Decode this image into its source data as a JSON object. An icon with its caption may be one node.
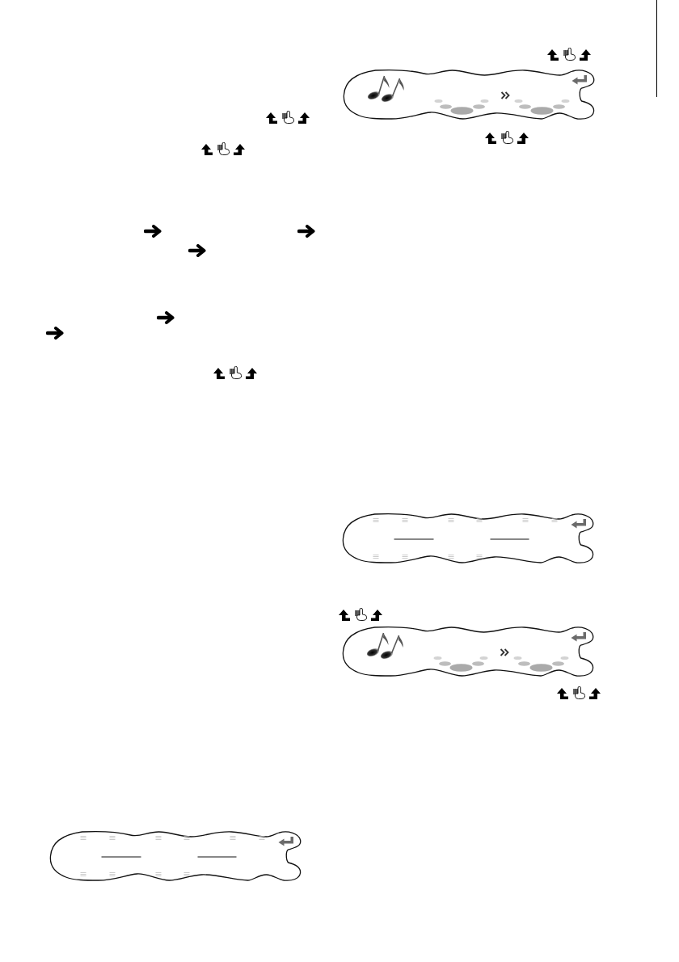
{
  "diagram": {
    "nodes": [
      {
        "text": [],
        "shape": "picture"
      },
      {
        "text": [],
        "shape": "picture"
      },
      {
        "text": [],
        "shape": "picture"
      },
      {
        "text": [],
        "shape": "picture"
      }
    ]
  }
}
